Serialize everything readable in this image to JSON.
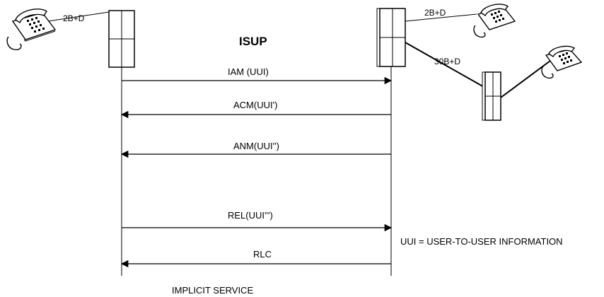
{
  "diagram": {
    "title": "ISUP",
    "caption": "IMPLICIT SERVICE",
    "legend": "UUI = USER-TO-USER INFORMATION",
    "links": {
      "left_phone": "2B+D",
      "right_phone_top": "2B+D",
      "trunk": "30B+D"
    },
    "messages": [
      {
        "label": "IAM (UUI)",
        "direction": "right"
      },
      {
        "label": "ACM(UUI')",
        "direction": "left"
      },
      {
        "label": "ANM(UUI'')",
        "direction": "left"
      },
      {
        "label": "REL(UUI''')",
        "direction": "right"
      },
      {
        "label": "RLC",
        "direction": "left"
      }
    ]
  }
}
